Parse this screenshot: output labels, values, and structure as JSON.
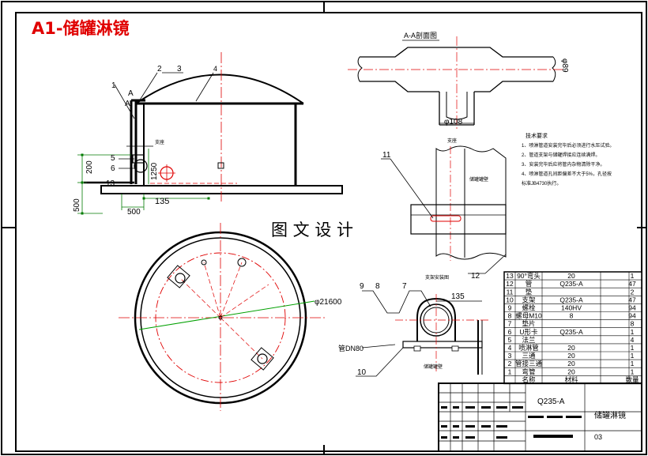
{
  "sheet_title": "A1-储罐淋镜",
  "watermark": "图 文 设 计",
  "section_label": "A-A剖面图",
  "section_dim": "φ108",
  "section_dim_right": "φ89",
  "callouts": {
    "c1": "1",
    "c2": "2",
    "c3": "3",
    "c4": "4",
    "c5": "5",
    "c6": "6",
    "c7": "7",
    "c8": "8",
    "c9": "9",
    "c10": "10",
    "c11": "11",
    "c12": "12",
    "c13": "13",
    "c_a": "A",
    "c_a2": "A"
  },
  "elevation_dims": {
    "d200": "200",
    "d500_left": "500",
    "d1250": "1250",
    "d135": "135",
    "d500_bottom": "500",
    "small_note": "支座"
  },
  "plan_dims": {
    "diameter": "φ21600",
    "pipe": "管DN80"
  },
  "detail_dims": {
    "d135": "135"
  },
  "detail_labels": {
    "support_title": "支座",
    "tank_wall": "储罐罐壁",
    "bracket_title": "支架安装图",
    "bracket_wall": "储罐罐壁"
  },
  "tech_notes": {
    "heading": "技术要求",
    "items": [
      "1、喷淋管道安装完毕后必须进行水压试验。",
      "2、管道支架与储罐焊接应连续满焊。",
      "3、安装完毕后应将管内杂物清除干净。",
      "4、喷淋管道孔间距偏差不大于5%，孔径按",
      "   标准JB4730执行。"
    ]
  },
  "bom": [
    [
      "13",
      "90°弯头",
      "20",
      "1"
    ],
    [
      "12",
      "管",
      "Q235-A",
      "47"
    ],
    [
      "11",
      "垫",
      "",
      "2"
    ],
    [
      "10",
      "支架",
      "Q235-A",
      "47"
    ],
    [
      "9",
      "螺栓",
      "140HV",
      "94"
    ],
    [
      "8",
      "螺母M10",
      "8",
      "94"
    ],
    [
      "7",
      "垫片",
      "",
      "8"
    ],
    [
      "6",
      "U形卡",
      "Q235-A",
      "1"
    ],
    [
      "5",
      "法兰",
      "",
      "4"
    ],
    [
      "4",
      "喷淋管",
      "20",
      "1"
    ],
    [
      "3",
      "三通",
      "20",
      "1"
    ],
    [
      "2",
      "管接三通",
      "20",
      "1"
    ],
    [
      "1",
      "弯管",
      "20",
      "1"
    ],
    [
      "",
      "名称",
      "材料",
      "数量"
    ]
  ],
  "title_block": {
    "material": "Q235-A",
    "name": "储罐淋镜",
    "sheet_no": "03"
  }
}
